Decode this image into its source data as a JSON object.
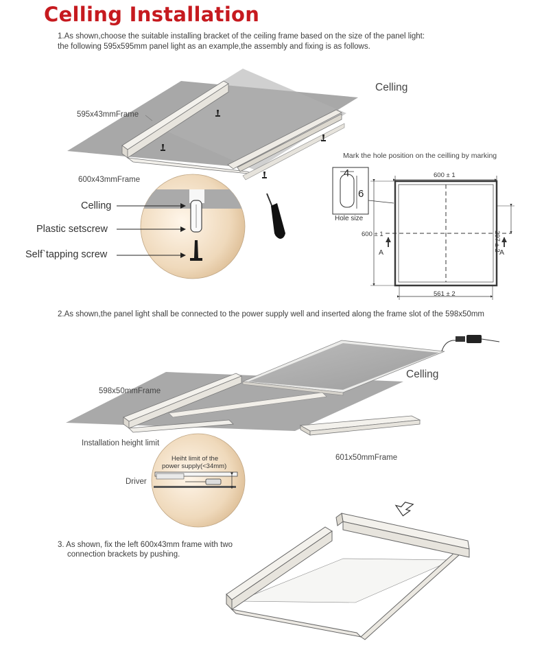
{
  "title": "Celling Installation",
  "step1": {
    "line1": "1.As shown,choose the suitable installing bracket of the ceiling frame based on the size of the panel light:",
    "line2": "the following 595x595mm panel light as an example,the assembly and fixing is as follows.",
    "ceiling_label": "Celling",
    "frame_595": "595x43mmFrame",
    "frame_600": "600x43mmFrame",
    "callout_ceiling": "Celling",
    "callout_setscrew": "Plastic setscrew",
    "callout_screw": "Self`tapping screw",
    "mark_note": "Mark the hole position on the ceilling by marking",
    "hole_w": "4",
    "hole_h": "6",
    "hole_size": "Hole size",
    "dim_top": "600 ± 1",
    "dim_left": "600 ± 1",
    "dim_right": "297 ± 2",
    "dim_bottom": "561 ± 2",
    "section_a": "A"
  },
  "step2": {
    "text": "2.As shown,the panel  light shall be connected to the power supply well and inserted along the frame slot of the 598x50mm",
    "ceiling_label": "Celling",
    "frame_598": "598x50mmFrame",
    "frame_601": "601x50mmFrame",
    "install_height": "Installation height limit",
    "height_line1": "Heiht limit of the",
    "height_line2": "power supply(<34mm)",
    "driver": "Driver"
  },
  "step3": {
    "line1": "3. As shown, fix the left 600x43mm frame with two",
    "line2": "connection brackets by pushing."
  },
  "colors": {
    "title": "#c61a1f",
    "ceiling": "#a9a9a9",
    "frame": "#efece6",
    "detail": "#e9d3b4"
  }
}
